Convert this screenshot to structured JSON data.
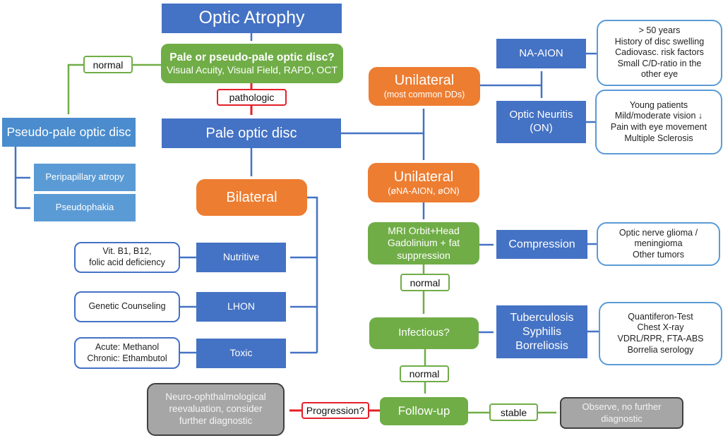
{
  "diagram_title": "Optic Atrophy",
  "colors": {
    "dark_blue": "#4472c4",
    "mid_blue": "#4a8ccd",
    "light_blue": "#5b9bd5",
    "orange": "#ed7d31",
    "green": "#70ad47",
    "gray": "#a6a6a6",
    "gray_border": "#404040",
    "red": "#e3202a",
    "white": "#ffffff"
  },
  "nodes": {
    "optic_atrophy": "Optic Atrophy",
    "question_title": "Pale or pseudo-pale optic disc?",
    "question_sub": "Visual Acuity, Visual Field, RAPD, OCT",
    "normal_1": "normal",
    "pathologic": "pathologic",
    "pseudo_pale": "Pseudo-pale optic disc",
    "peripapillary": "Peripapillary atropy",
    "pseudophakia": "Pseudophakia",
    "pale_optic_disc": "Pale optic disc",
    "bilateral": "Bilateral",
    "vit_deficiency": "Vit. B1, B12,\nfolic acid deficiency",
    "nutritive": "Nutritive",
    "genetic_counseling": "Genetic Counseling",
    "lhon": "LHON",
    "toxic_causes": "Acute: Methanol\nChronic: Ethambutol",
    "toxic": "Toxic",
    "unilateral_common_title": "Unilateral",
    "unilateral_common_sub": "(most common DDs)",
    "na_aion": "NA-AION",
    "na_aion_details": "> 50 years\nHistory of disc swelling\nCadiovasc. risk factors\nSmall C/D-ratio in the\nother eye",
    "optic_neuritis": "Optic Neuritis\n(ON)",
    "optic_neuritis_details": "Young patients\nMild/moderate vision ↓\nPain with eye movement\nMultiple Sclerosis",
    "unilateral_excl_title": "Unilateral",
    "unilateral_excl_sub": "(øNA-AION, øON)",
    "mri": "MRI Orbit+Head\nGadolinium + fat\nsuppression",
    "compression": "Compression",
    "compression_details": "Optic nerve glioma /\nmeningioma\nOther tumors",
    "normal_2": "normal",
    "infectious": "Infectious?",
    "tuberculosis": "Tuberculosis\nSyphilis\nBorreliosis",
    "tuberculosis_details": "Quantiferon-Test\nChest X-ray\nVDRL/RPR, FTA-ABS\nBorrelia serology",
    "normal_3": "normal",
    "follow_up": "Follow-up",
    "progression": "Progression?",
    "neuro_reevaluation": "Neuro-ophthalmological\nreevaluation, consider\nfurther diagnostic",
    "stable": "stable",
    "observe": "Observe, no further\ndiagnostic"
  }
}
